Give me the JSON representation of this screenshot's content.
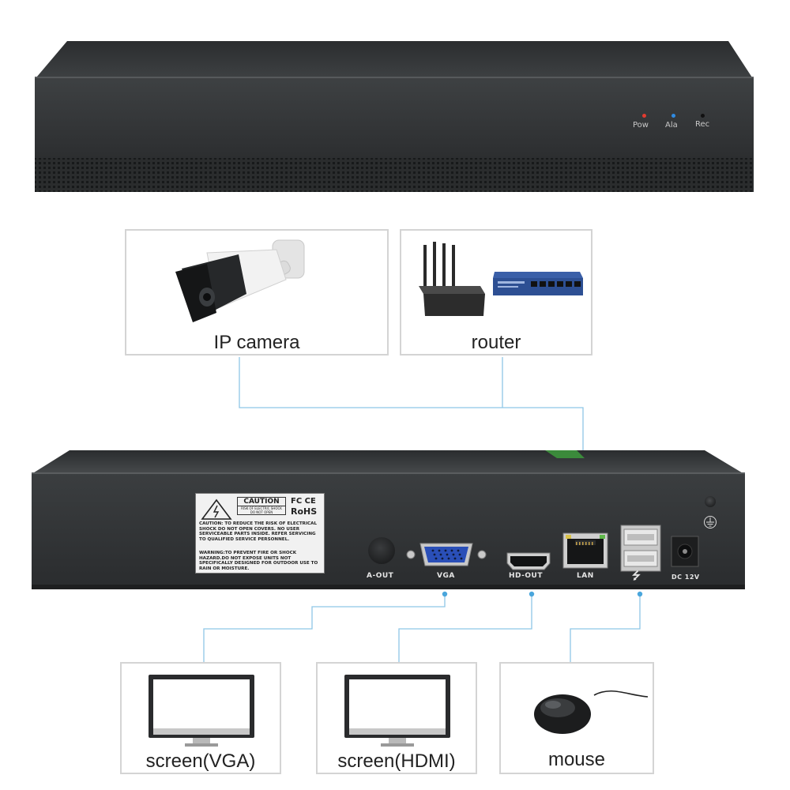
{
  "front_panel": {
    "indicators": [
      {
        "label": "Pow",
        "color": "#e23b2f"
      },
      {
        "label": "Ala",
        "color": "#2f8be2"
      },
      {
        "label": "Rec",
        "color": "#222222"
      }
    ]
  },
  "devices_top": [
    {
      "label": "IP camera"
    },
    {
      "label": "router"
    }
  ],
  "rear_panel": {
    "sticker": {
      "caution_title": "CAUTION",
      "caution_sub1": "RISK OF ELECTRIC SHOCK",
      "caution_sub2": "DO NOT OPEN",
      "fcce": "FC CE",
      "rohs": "RoHS",
      "warning1": "CAUTION: TO REDUCE THE RISK OF ELECTRICAL SHOCK DO NOT OPEN COVERS. NO USER SERVICEABLE PARTS INSIDE. REFER SERVICING TO QUALIFIED SERVICE PERSONNEL.",
      "warning2": "WARNING:TO PREVENT FIRE OR SHOCK HAZARD.DO NOT EXPOSE UNITS NOT SPECIFICALLY DESIGNED FOR OUTDOOR USE TO RAIN OR MOISTURE."
    },
    "ports": {
      "aout": "A-OUT",
      "vga": "VGA",
      "hdout": "HD-OUT",
      "lan": "LAN",
      "usb": "⭍",
      "dc": "DC 12V"
    }
  },
  "devices_bottom": [
    {
      "label": "screen(VGA)"
    },
    {
      "label": "screen(HDMI)"
    },
    {
      "label": "mouse"
    }
  ],
  "colors": {
    "connector_line": "#8ec6e6",
    "device_body": "#35383a",
    "box_border": "#d4d4d4"
  }
}
